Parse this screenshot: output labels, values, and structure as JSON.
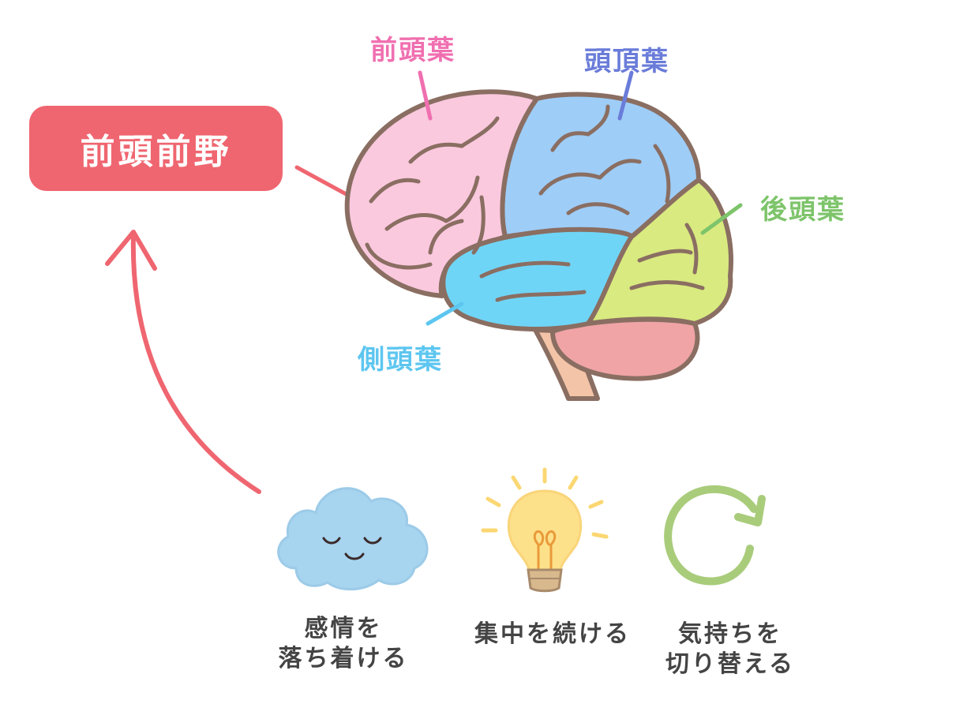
{
  "highlight": {
    "label": "前頭前野",
    "color": "#ef6670"
  },
  "brain": {
    "lobes": [
      {
        "id": "frontal",
        "label": "前頭葉",
        "label_color": "#f06fb0",
        "fill": "#fac9de"
      },
      {
        "id": "parietal",
        "label": "頭頂葉",
        "label_color": "#6a7cd9",
        "fill": "#9ecdf7"
      },
      {
        "id": "occipital",
        "label": "後頭葉",
        "label_color": "#7dc46a",
        "fill": "#d9ea80"
      },
      {
        "id": "temporal",
        "label": "側頭葉",
        "label_color": "#5cc6f0",
        "fill": "#6fd5f7"
      }
    ],
    "cerebellum_fill": "#f0a4a6",
    "brainstem_fill": "#f4c4a8",
    "outline_color": "#8a6e62"
  },
  "functions": [
    {
      "icon": "cloud-face-icon",
      "line1": "感情を",
      "line2": "落ち着ける"
    },
    {
      "icon": "lightbulb-icon",
      "line1": "集中を続ける",
      "line2": ""
    },
    {
      "icon": "refresh-arrow-icon",
      "line1": "気持ちを",
      "line2": "切り替える"
    }
  ]
}
